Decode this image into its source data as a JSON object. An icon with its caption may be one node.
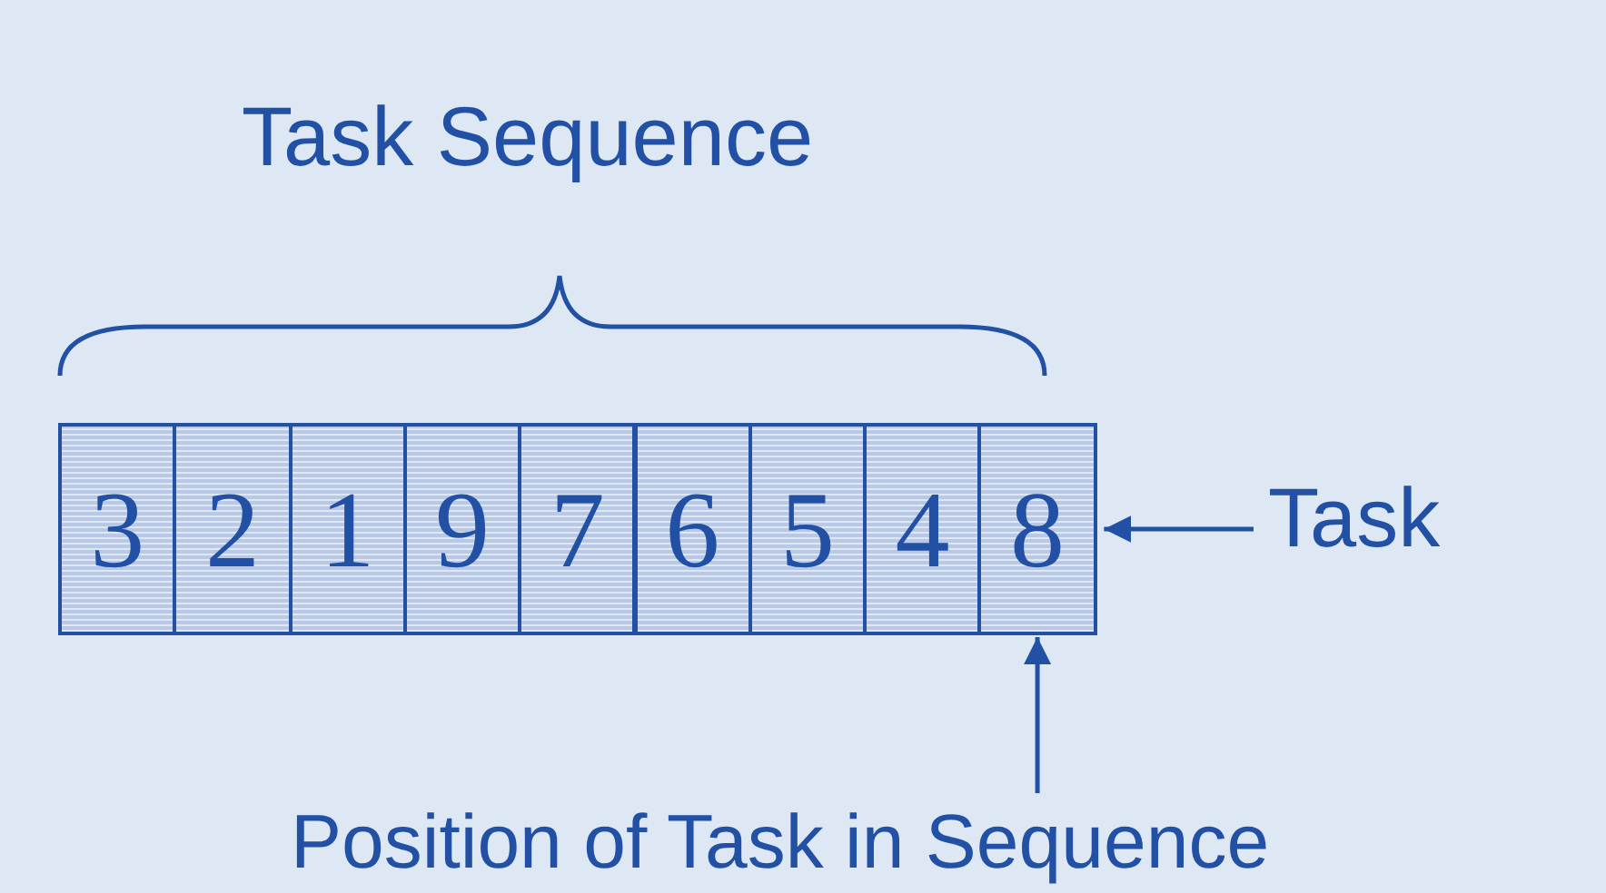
{
  "diagram": {
    "nodes": [
      {
        "text": [
          "3"
        ]
      },
      {
        "text": [
          "2"
        ]
      },
      {
        "text": [
          "1"
        ]
      },
      {
        "text": [
          "9"
        ]
      },
      {
        "text": [
          "7"
        ]
      },
      {
        "text": [
          "6"
        ]
      },
      {
        "text": [
          "5"
        ]
      },
      {
        "text": [
          "4"
        ]
      },
      {
        "text": [
          "8"
        ]
      },
      {
        "text": [
          "Task"
        ]
      },
      {
        "text": [
          "Position of Task in Sequence"
        ]
      }
    ],
    "edges": [
      {
        "from": 9,
        "to": 8,
        "arrow": "to"
      },
      {
        "from": 10,
        "to": 8,
        "arrow": "to"
      }
    ],
    "labels": [
      "Task Sequence"
    ]
  }
}
